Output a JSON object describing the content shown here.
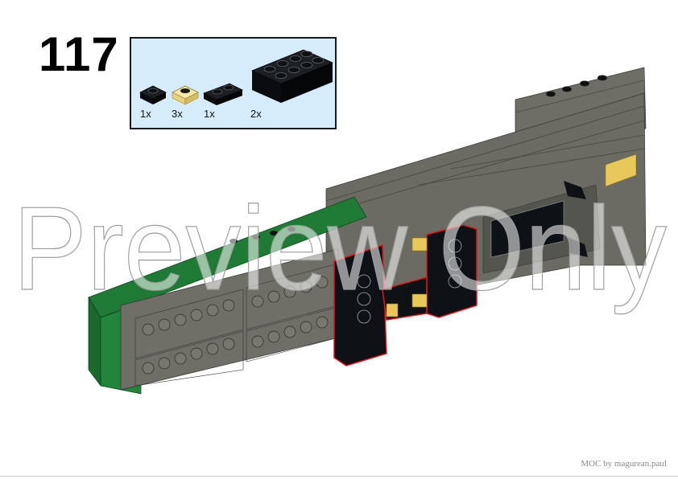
{
  "step": {
    "number": "117"
  },
  "parts_list": {
    "background": "#d6ecfa",
    "items": [
      {
        "name": "black-plate-1x1",
        "color": "#0e1116",
        "qty": "1x"
      },
      {
        "name": "trans-yellow-plate-1x1",
        "color": "#f5dc8a",
        "qty": "3x"
      },
      {
        "name": "black-plate-1x2",
        "color": "#0e1116",
        "qty": "1x"
      },
      {
        "name": "black-brick-2x4",
        "color": "#0e1116",
        "qty": "2x"
      }
    ]
  },
  "model": {
    "colors": {
      "grey": "#6b6b64",
      "grey_light": "#7a7a72",
      "green": "#1e7a34",
      "black": "#0e1116",
      "highlight": "#e0161b",
      "tan": "#e8c85a"
    }
  },
  "watermark": {
    "text": "Preview Only"
  },
  "footer": {
    "credit": "MOC by magurean.paul"
  }
}
